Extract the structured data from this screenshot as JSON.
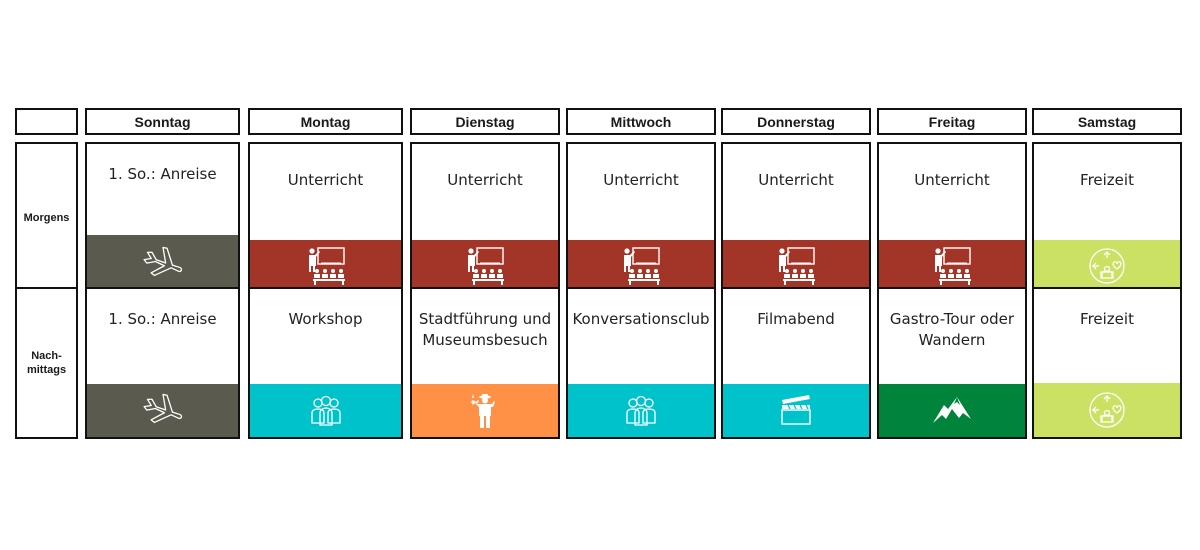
{
  "days": [
    "Sonntag",
    "Montag",
    "Dienstag",
    "Mittwoch",
    "Donnerstag",
    "Freitag",
    "Samstag"
  ],
  "rows": [
    {
      "label": "Morgens",
      "activities": [
        {
          "text": "1. So.: Anreise",
          "icon": "airplane-icon",
          "color": "#5b5a4e"
        },
        {
          "text": "Unterricht",
          "icon": "teacher-classroom-icon",
          "color": "#a33428"
        },
        {
          "text": "Unterricht",
          "icon": "teacher-classroom-icon",
          "color": "#a33428"
        },
        {
          "text": "Unterricht",
          "icon": "teacher-classroom-icon",
          "color": "#a33428"
        },
        {
          "text": "Unterricht",
          "icon": "teacher-classroom-icon",
          "color": "#a33428"
        },
        {
          "text": "Unterricht",
          "icon": "teacher-classroom-icon",
          "color": "#a33428"
        },
        {
          "text": "Freizeit",
          "icon": "leisure-icon",
          "color": "#cbe163"
        }
      ]
    },
    {
      "label": "Nach-\nmittags",
      "activities": [
        {
          "text": "1. So.: Anreise",
          "icon": "airplane-icon",
          "color": "#5b5a4e"
        },
        {
          "text": "Workshop",
          "icon": "group-icon",
          "color": "#00c2cb"
        },
        {
          "text": "Stadtführung und Museumsbesuch",
          "icon": "tour-guide-icon",
          "color": "#fe9146"
        },
        {
          "text": "Konversationsclub",
          "icon": "group-icon",
          "color": "#00c2cb"
        },
        {
          "text": "Filmabend",
          "icon": "clapperboard-icon",
          "color": "#00c2cb"
        },
        {
          "text": "Gastro-Tour oder Wandern",
          "icon": "mountain-icon",
          "color": "#00833a"
        },
        {
          "text": "Freizeit",
          "icon": "leisure-icon",
          "color": "#cbe163"
        }
      ]
    }
  ]
}
